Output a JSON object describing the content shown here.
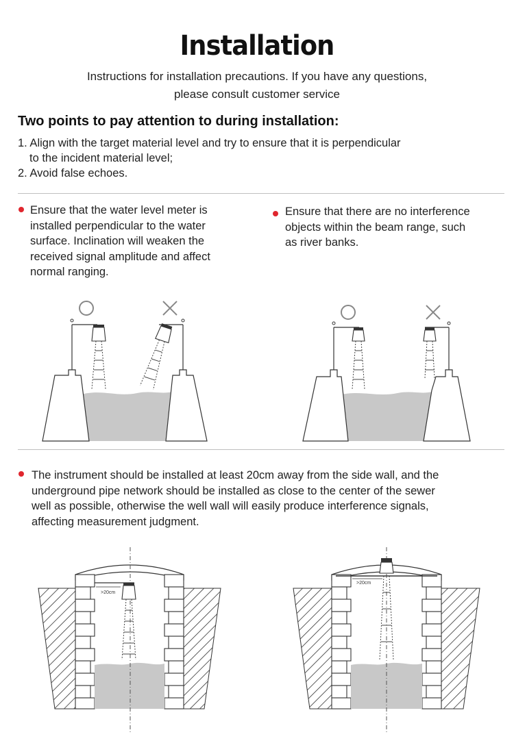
{
  "title": "Installation",
  "subtitle": {
    "line1": "Instructions for installation precautions. If you have any questions,",
    "line2": "please consult customer service"
  },
  "points": {
    "heading": "Two points to pay attention to during installation:",
    "item1_line1": "1. Align with the target material level and try to ensure that it is perpendicular",
    "item1_line2": "to the incident material level;",
    "item2": "2. Avoid false echoes."
  },
  "tips": {
    "left": [
      "Ensure that the water level meter is",
      "installed perpendicular to the water",
      "surface. Inclination will weaken the",
      "received signal amplitude and affect",
      "normal ranging."
    ],
    "right": [
      "Ensure that there are no interference",
      "objects within the beam range, such",
      "as river banks."
    ],
    "wall": [
      "The instrument should be installed at least 20cm away from the side wall, and the",
      "underground pipe network should be installed as close to the center of the sewer",
      "well as possible, otherwise the well wall will easily produce interference signals,",
      "affecting measurement judgment."
    ]
  },
  "diagrams": {
    "wall_distance_left": ">20cm",
    "wall_distance_right": ">20cm"
  },
  "colors": {
    "bullet": "#e0262e",
    "water": "#c8c8c8",
    "line": "#333333"
  }
}
